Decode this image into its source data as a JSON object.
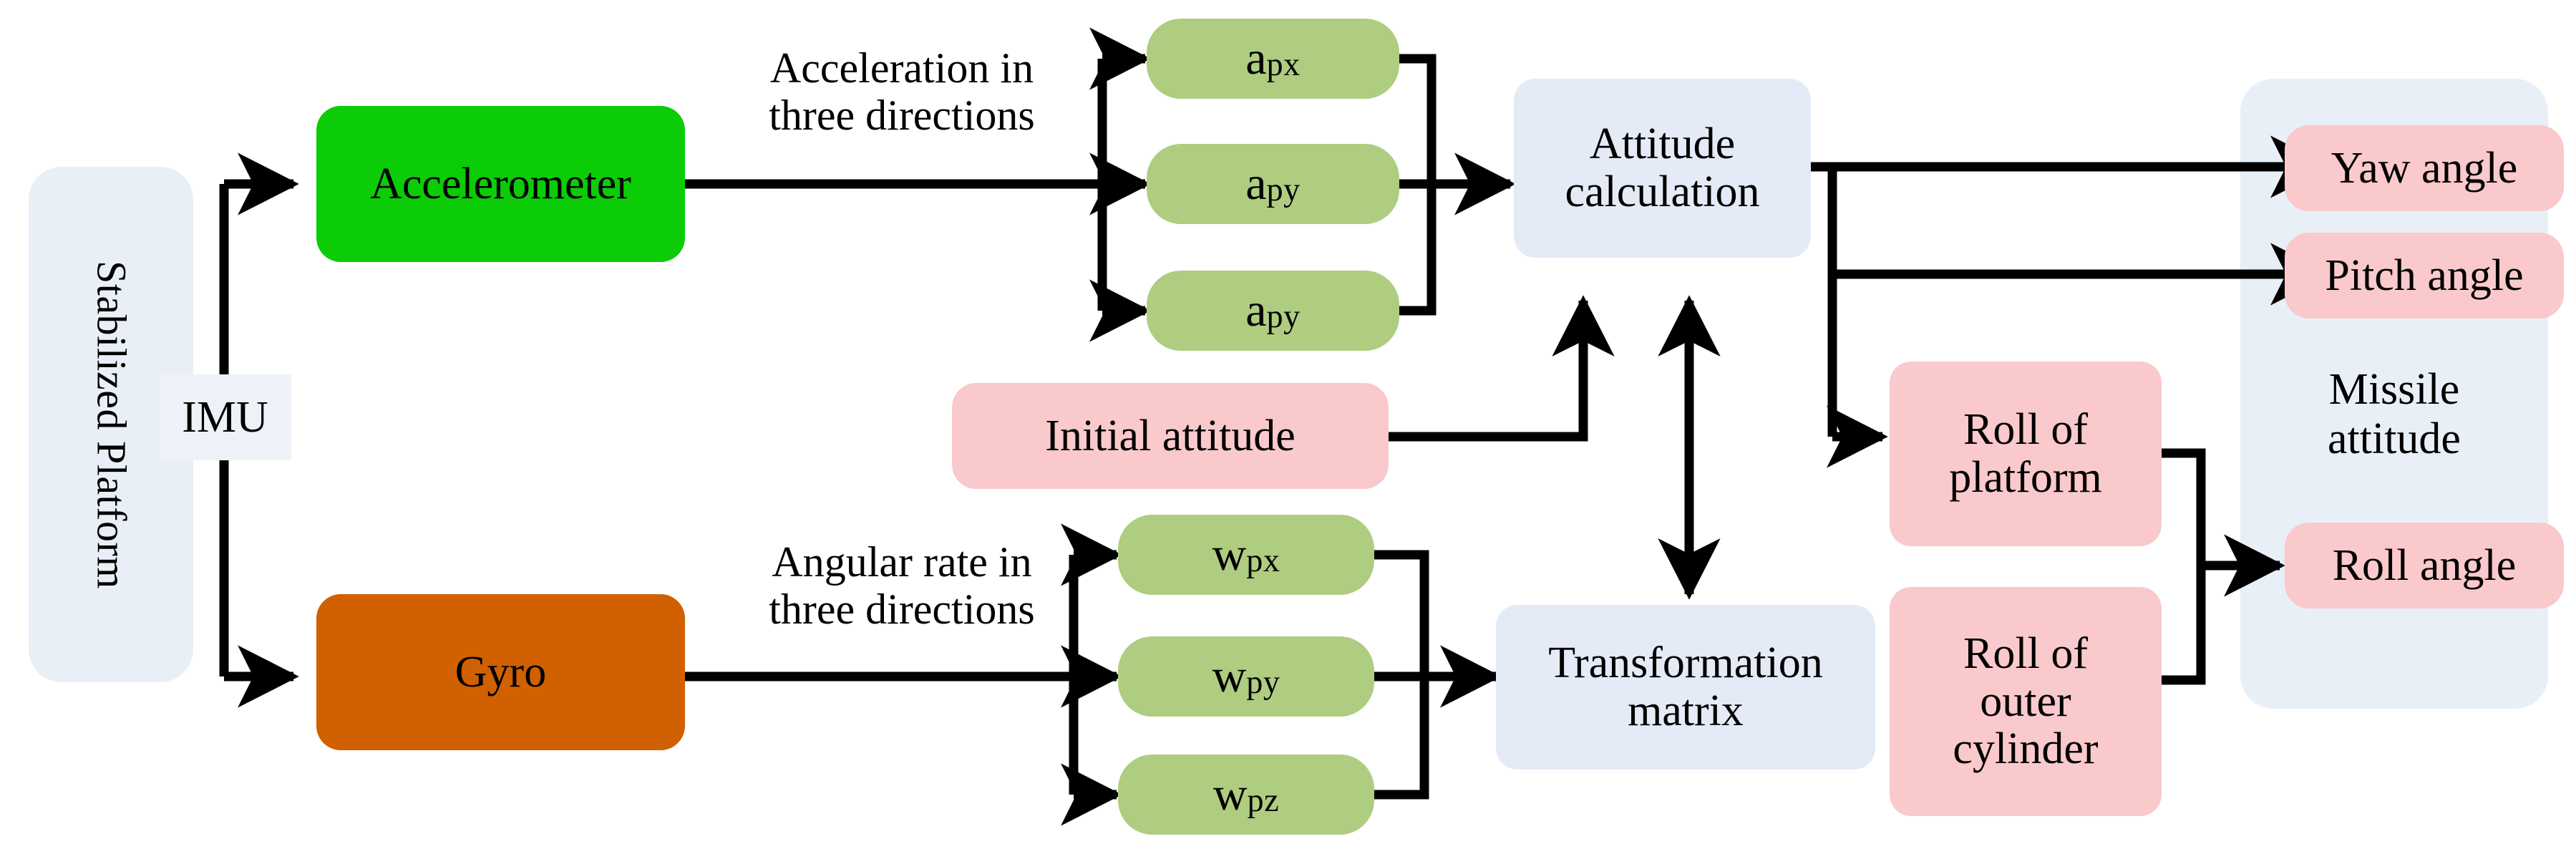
{
  "diagram": {
    "title": "Stabilized platform IMU attitude calculation block diagram",
    "colors": {
      "accelerometer": "#0bcc06",
      "gyro": "#d06000",
      "signal_pill": "#aecd80",
      "process_box": "#e4ebf7",
      "result_box": "#f9c9cc",
      "group_box": "#e9eff7",
      "wire": "#000000"
    }
  },
  "groups": {
    "platform": {
      "label": "Stabilized Platform"
    },
    "missile": {
      "label": "Missile\nattitude"
    }
  },
  "tags": {
    "imu": {
      "label": "IMU"
    }
  },
  "sensors": [
    {
      "id": "accelerometer",
      "label": "Accelerometer"
    },
    {
      "id": "gyro",
      "label": "Gyro"
    }
  ],
  "edge_labels": [
    {
      "id": "accel-out",
      "label": "Acceleration in\nthree directions"
    },
    {
      "id": "gyro-out",
      "label": "Angular rate in\nthree directions"
    }
  ],
  "accel_signals": [
    {
      "id": "apx",
      "base": "a",
      "sub": "px"
    },
    {
      "id": "apy",
      "base": "a",
      "sub": "py"
    },
    {
      "id": "apy2",
      "base": "a",
      "sub": "py"
    }
  ],
  "gyro_signals": [
    {
      "id": "wpx",
      "base": "w",
      "sub": "px"
    },
    {
      "id": "wpy",
      "base": "w",
      "sub": "py"
    },
    {
      "id": "wpz",
      "base": "w",
      "sub": "pz"
    }
  ],
  "processes": [
    {
      "id": "attitude-calculation",
      "label": "Attitude\ncalculation"
    },
    {
      "id": "transformation-matrix",
      "label": "Transformation\nmatrix"
    }
  ],
  "inputs": [
    {
      "id": "initial-attitude",
      "label": "Initial attitude"
    }
  ],
  "intermediate_results": [
    {
      "id": "roll-of-platform",
      "label": "Roll of\nplatform"
    },
    {
      "id": "roll-of-outer-cylinder",
      "label": "Roll of\nouter\ncylinder"
    }
  ],
  "outputs": [
    {
      "id": "yaw-angle",
      "label": "Yaw angle"
    },
    {
      "id": "pitch-angle",
      "label": "Pitch angle"
    },
    {
      "id": "roll-angle",
      "label": "Roll angle"
    }
  ]
}
